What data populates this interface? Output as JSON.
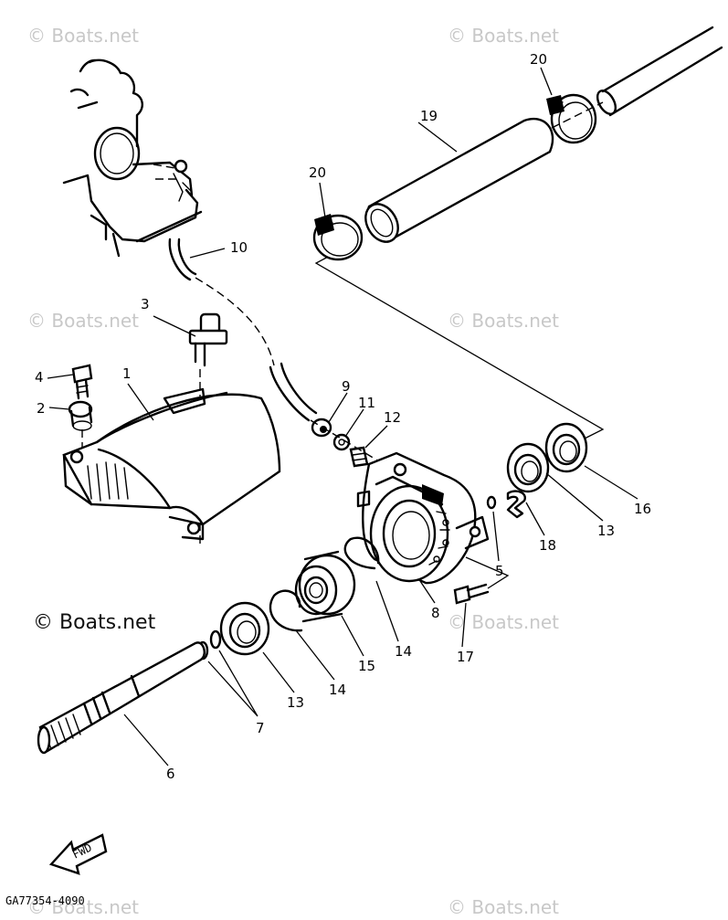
{
  "watermarks": [
    {
      "id": "wm1",
      "text": "© Boats.net"
    },
    {
      "id": "wm2",
      "text": "© Boats.net"
    },
    {
      "id": "wm3",
      "text": "© Boats.net"
    },
    {
      "id": "wm4",
      "text": "© Boats.net"
    },
    {
      "id": "wm5",
      "text": "© Boats.net"
    },
    {
      "id": "wm6",
      "text": "© Boats.net"
    },
    {
      "id": "wm7",
      "text": "© Boats.net"
    }
  ],
  "brand_watermark": "© Boats.net",
  "diagram_code": "GA77354-4090",
  "fwd_label": "FWD",
  "callouts": {
    "c1": "1",
    "c2": "2",
    "c3": "3",
    "c4": "4",
    "c5": "5",
    "c6": "6",
    "c7": "7",
    "c8": "8",
    "c9": "9",
    "c10": "10",
    "c11": "11",
    "c12": "12",
    "c13a": "13",
    "c13b": "13",
    "c14a": "14",
    "c14b": "14",
    "c15": "15",
    "c16": "16",
    "c17": "17",
    "c18": "18",
    "c19": "19",
    "c20a": "20",
    "c20b": "20"
  }
}
